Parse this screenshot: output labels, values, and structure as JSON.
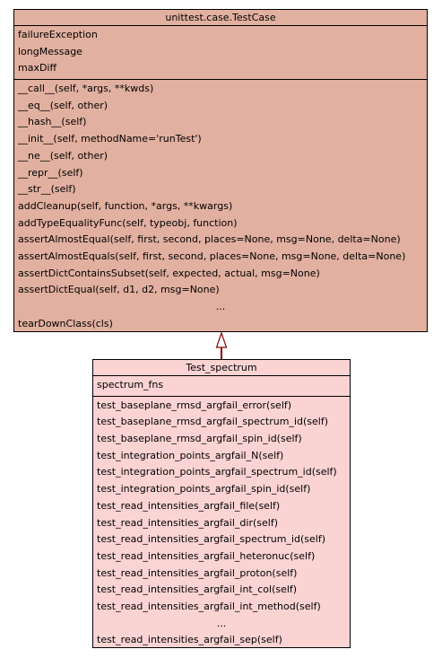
{
  "base_class": {
    "name": "unittest.case.TestCase",
    "attributes": [
      "failureException",
      "longMessage",
      "maxDiff"
    ],
    "operations": [
      "__call__(self, *args, **kwds)",
      "__eq__(self, other)",
      "__hash__(self)",
      "__init__(self, methodName='runTest')",
      "__ne__(self, other)",
      "__repr__(self)",
      "__str__(self)",
      "addCleanup(self, function, *args, **kwargs)",
      "addTypeEqualityFunc(self, typeobj, function)",
      "assertAlmostEqual(self, first, second, places=None, msg=None, delta=None)",
      "assertAlmostEquals(self, first, second, places=None, msg=None, delta=None)",
      "assertDictContainsSubset(self, expected, actual, msg=None)",
      "assertDictEqual(self, d1, d2, msg=None)",
      "...",
      "tearDownClass(cls)"
    ]
  },
  "derived_class": {
    "name": "Test_spectrum",
    "attributes": [
      "spectrum_fns"
    ],
    "operations": [
      "test_baseplane_rmsd_argfail_error(self)",
      "test_baseplane_rmsd_argfail_spectrum_id(self)",
      "test_baseplane_rmsd_argfail_spin_id(self)",
      "test_integration_points_argfail_N(self)",
      "test_integration_points_argfail_spectrum_id(self)",
      "test_integration_points_argfail_spin_id(self)",
      "test_read_intensities_argfail_file(self)",
      "test_read_intensities_argfail_dir(self)",
      "test_read_intensities_argfail_spectrum_id(self)",
      "test_read_intensities_argfail_heteronuc(self)",
      "test_read_intensities_argfail_proton(self)",
      "test_read_intensities_argfail_int_col(self)",
      "test_read_intensities_argfail_int_method(self)",
      "...",
      "test_read_intensities_argfail_sep(self)"
    ]
  },
  "relationship": {
    "type": "inheritance",
    "from": "Test_spectrum",
    "to": "unittest.case.TestCase"
  },
  "colors": {
    "base_fill": "#e2b0a0",
    "derived_fill": "#fbd3d3",
    "edge": "#8b0000"
  }
}
